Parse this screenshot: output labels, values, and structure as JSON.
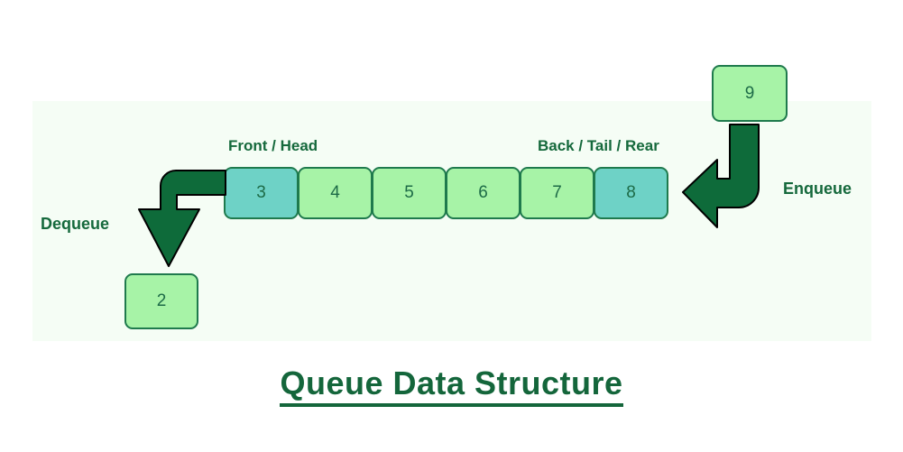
{
  "title": "Queue Data Structure",
  "panel": {
    "background_color": "#f5fdf5"
  },
  "colors": {
    "dark_green": "#14663b",
    "border_green": "#1f7a4d",
    "light_green_fill": "#a7f3a7",
    "teal_fill": "#6ed2c6",
    "arrow_fill": "#0e6b3a",
    "arrow_outline": "#000000",
    "value_text": "#1d6b47"
  },
  "labels": {
    "front": "Front / Head",
    "back": "Back / Tail / Rear",
    "dequeue": "Dequeue",
    "enqueue": "Enqueue"
  },
  "queue": {
    "cells": [
      {
        "value": "3",
        "style": "teal"
      },
      {
        "value": "4",
        "style": "light"
      },
      {
        "value": "5",
        "style": "light"
      },
      {
        "value": "6",
        "style": "light"
      },
      {
        "value": "7",
        "style": "light"
      },
      {
        "value": "8",
        "style": "teal"
      }
    ]
  },
  "dequeued_box": {
    "value": "2"
  },
  "incoming_box": {
    "value": "9"
  }
}
